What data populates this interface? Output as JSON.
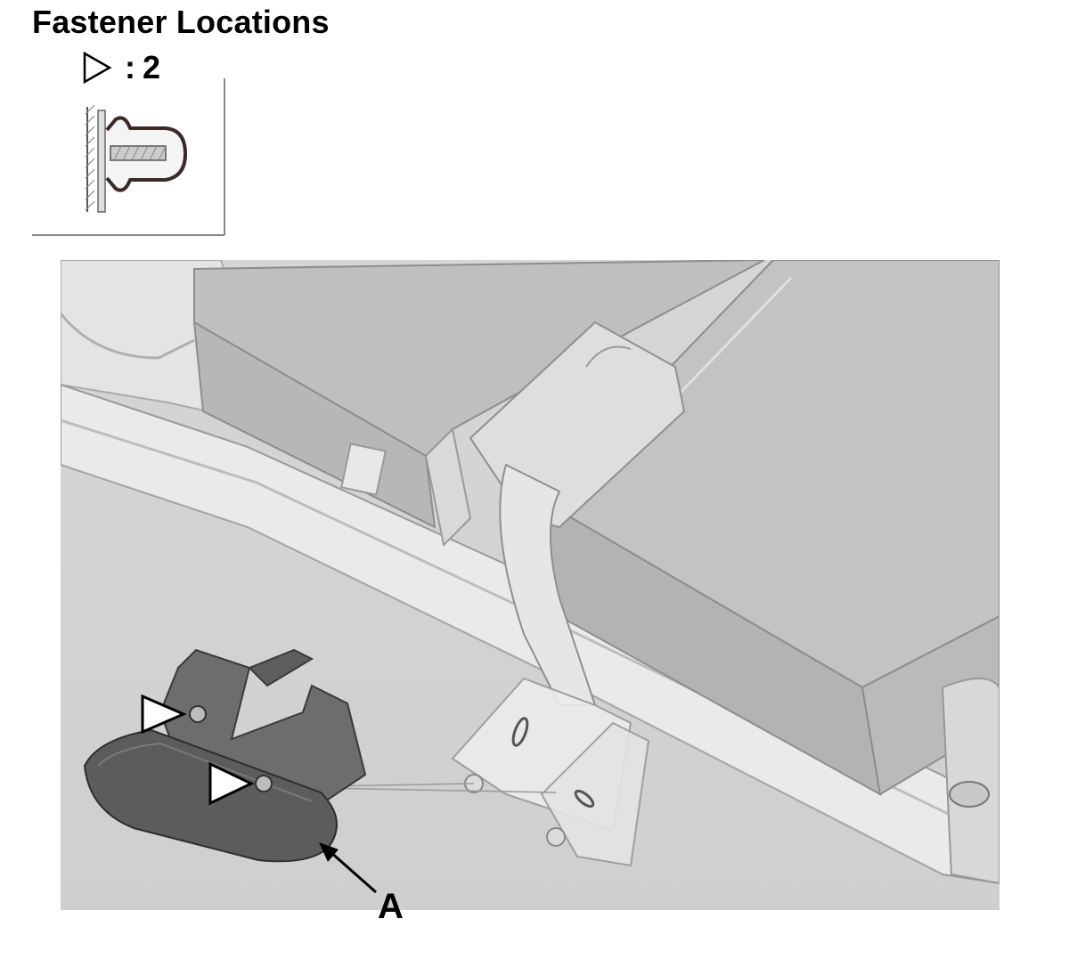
{
  "title": "Fastener Locations",
  "legend": {
    "symbol_icon": "open-triangle-icon",
    "separator": ":",
    "count": "2"
  },
  "callout": {
    "label": "A"
  }
}
